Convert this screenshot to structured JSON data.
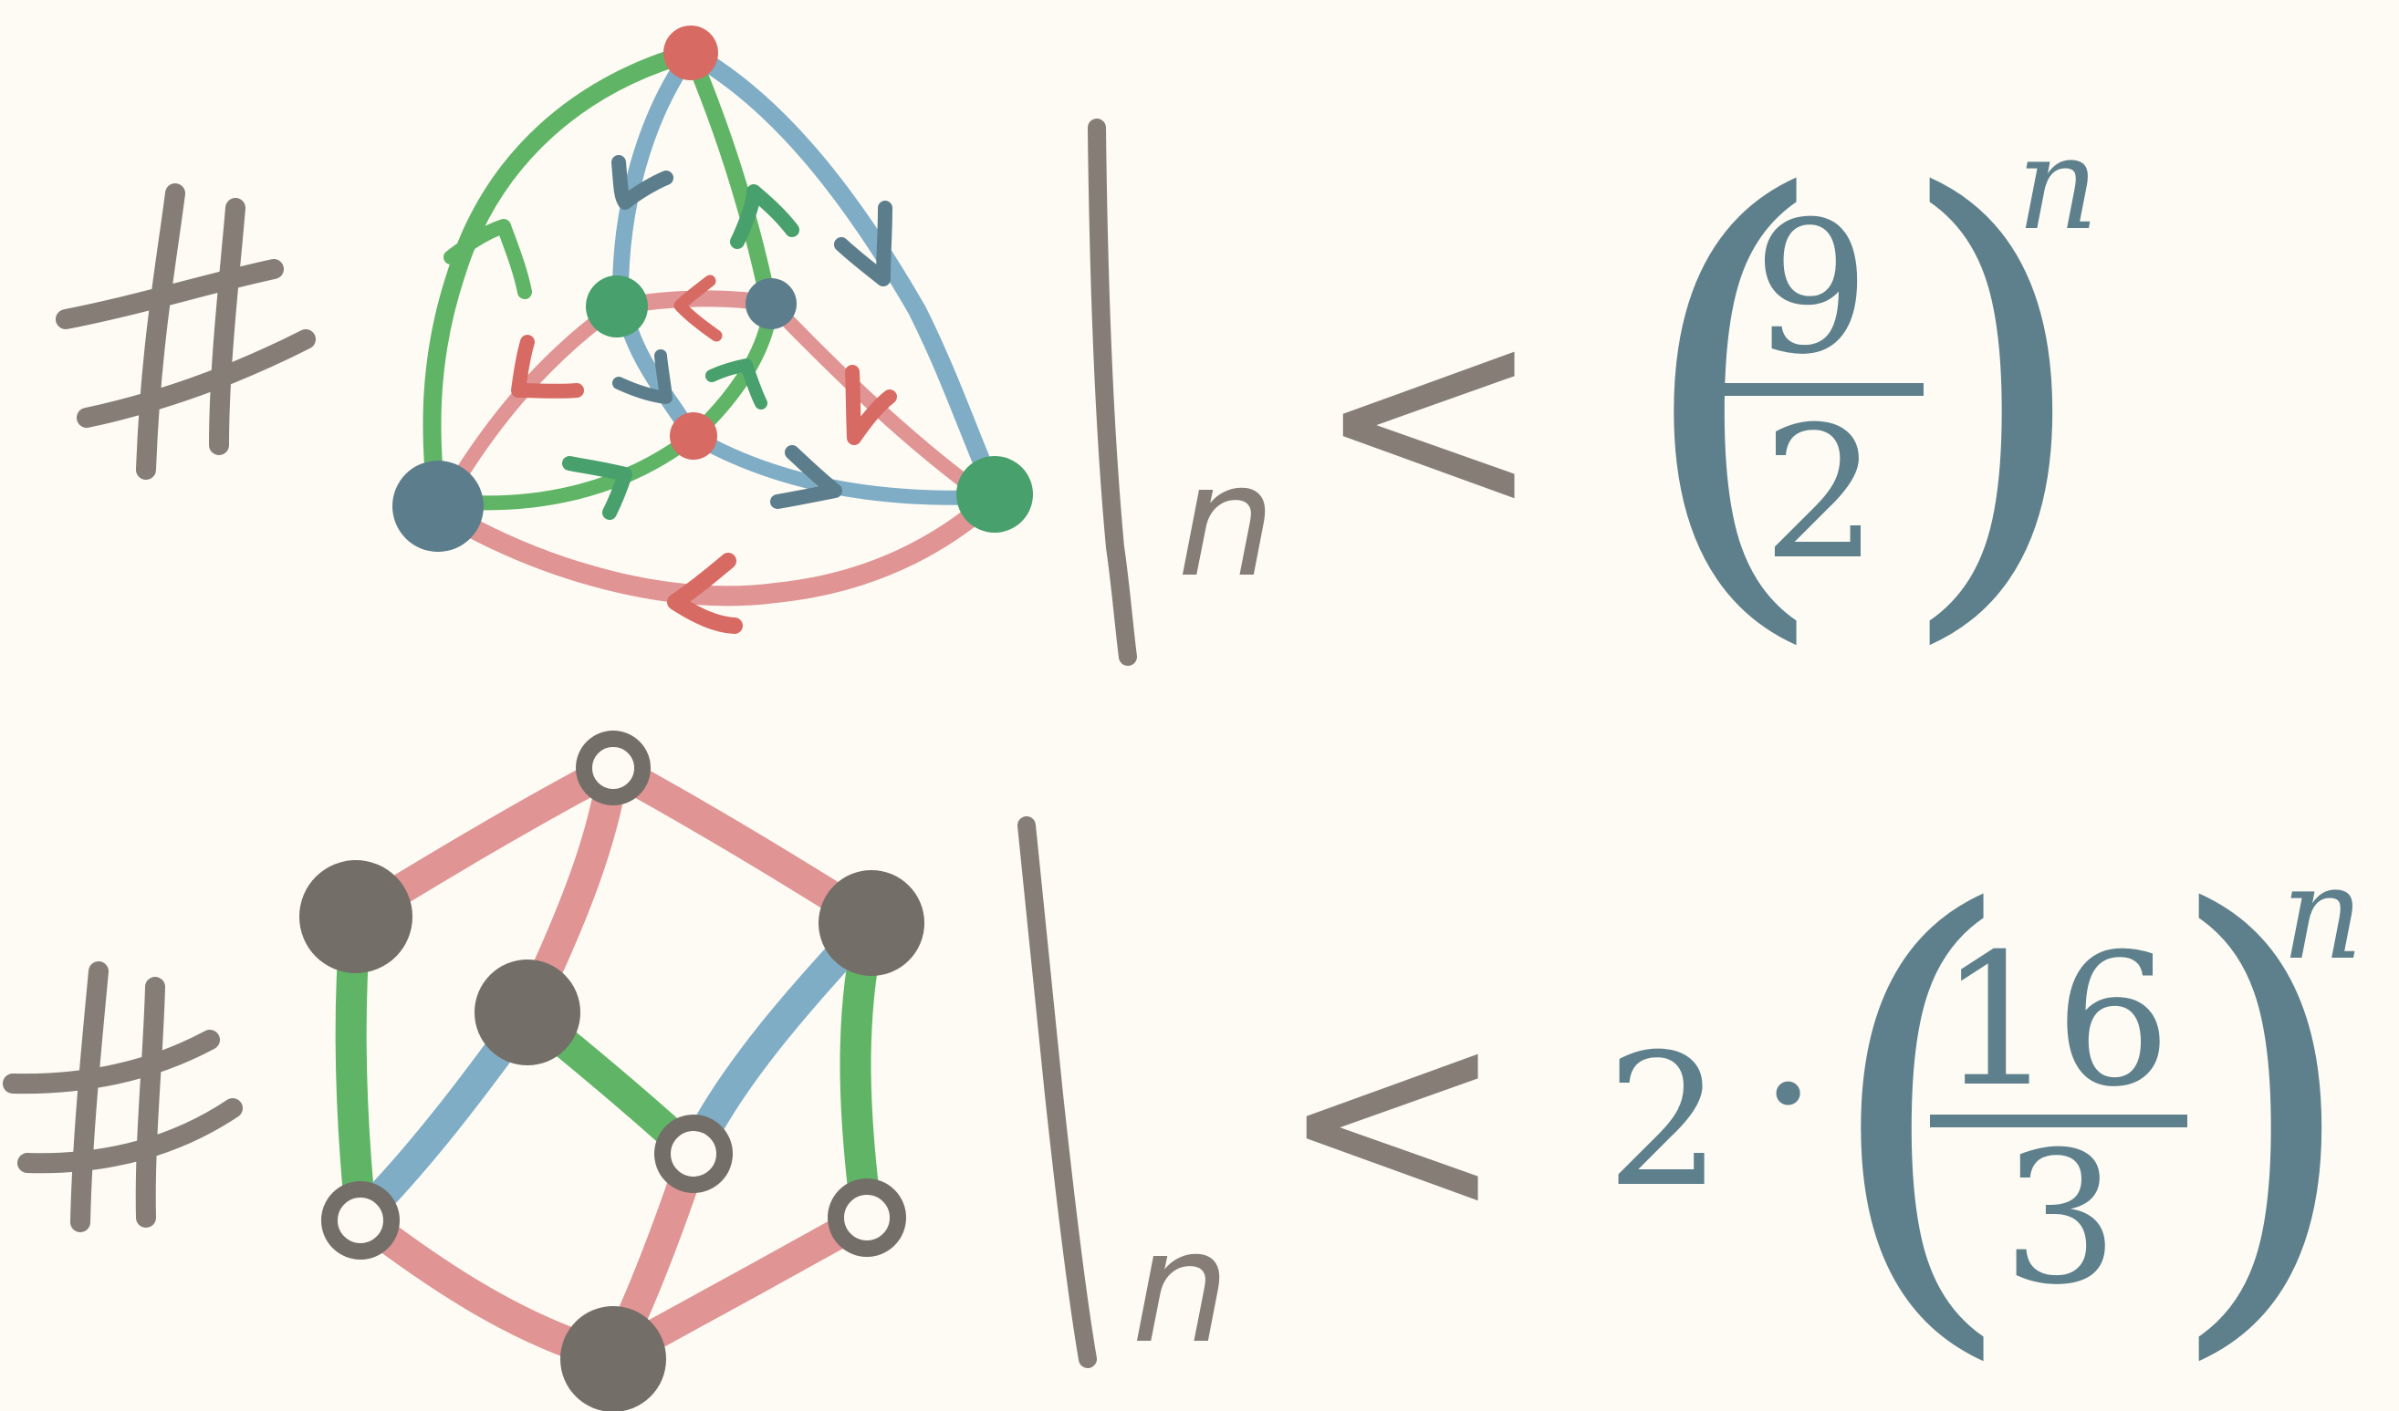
{
  "colors": {
    "background": "#fefbf4",
    "ink": "#857d76",
    "math": "#5d808c",
    "green": "#5fb565",
    "blue": "#7fadc6",
    "pink": "#e09494",
    "red": "#d86a64",
    "dark_green": "#48a06c",
    "slate": "#5c7e8c",
    "gray_node": "#736e68",
    "white_node": "#fefbf4"
  },
  "formula_top": {
    "hash": "#",
    "subscript": "n",
    "relation": "<",
    "fraction_numerator": "9",
    "fraction_denominator": "2",
    "exponent": "n"
  },
  "formula_bottom": {
    "hash": "#",
    "subscript": "n",
    "relation": "<",
    "coefficient": "2",
    "dot": "·",
    "fraction_numerator": "16",
    "fraction_denominator": "3",
    "exponent": "n"
  }
}
